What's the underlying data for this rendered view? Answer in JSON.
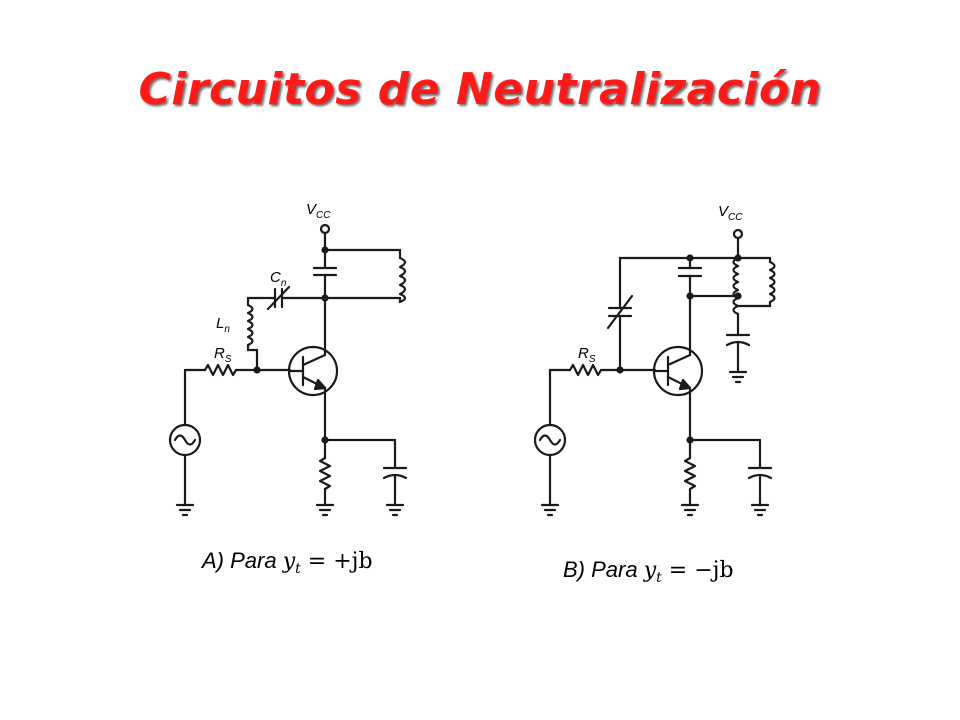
{
  "title": "Circuitos de Neutralización",
  "colors": {
    "title": "#ff1a1a",
    "wire": "#1a1a1a"
  },
  "circuit_a": {
    "vcc_main": "V",
    "vcc_sub": "CC",
    "cn_main": "C",
    "cn_sub": "n",
    "ln_main": "L",
    "ln_sub": "n",
    "rs_main": "R",
    "rs_sub": "S",
    "caption": {
      "prefix": "A) Para ",
      "var": "y",
      "sub": "t",
      "rest": " = +jb"
    }
  },
  "circuit_b": {
    "vcc_main": "V",
    "vcc_sub": "CC",
    "rs_main": "R",
    "rs_sub": "S",
    "caption": {
      "prefix": "B) Para ",
      "var": "y",
      "sub": "t",
      "rest": " = −jb"
    }
  }
}
